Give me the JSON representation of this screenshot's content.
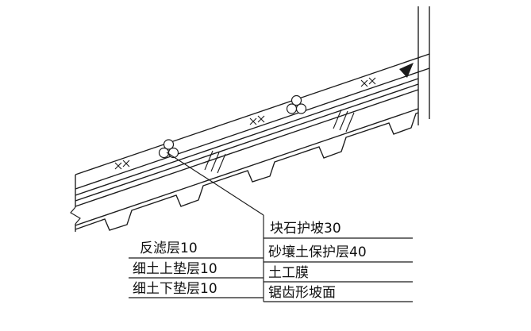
{
  "figure": {
    "kind": "slope-protection-cross-section",
    "left_labels": [
      "反滤层10",
      "细土上垫层10",
      "细土下垫层10"
    ],
    "right_labels": [
      "块石护坡30",
      "砂壤土保护层40",
      "土工膜",
      "锯齿形坡面"
    ],
    "colors": {
      "line": "#1b1b1b",
      "background": "#ffffff"
    }
  }
}
